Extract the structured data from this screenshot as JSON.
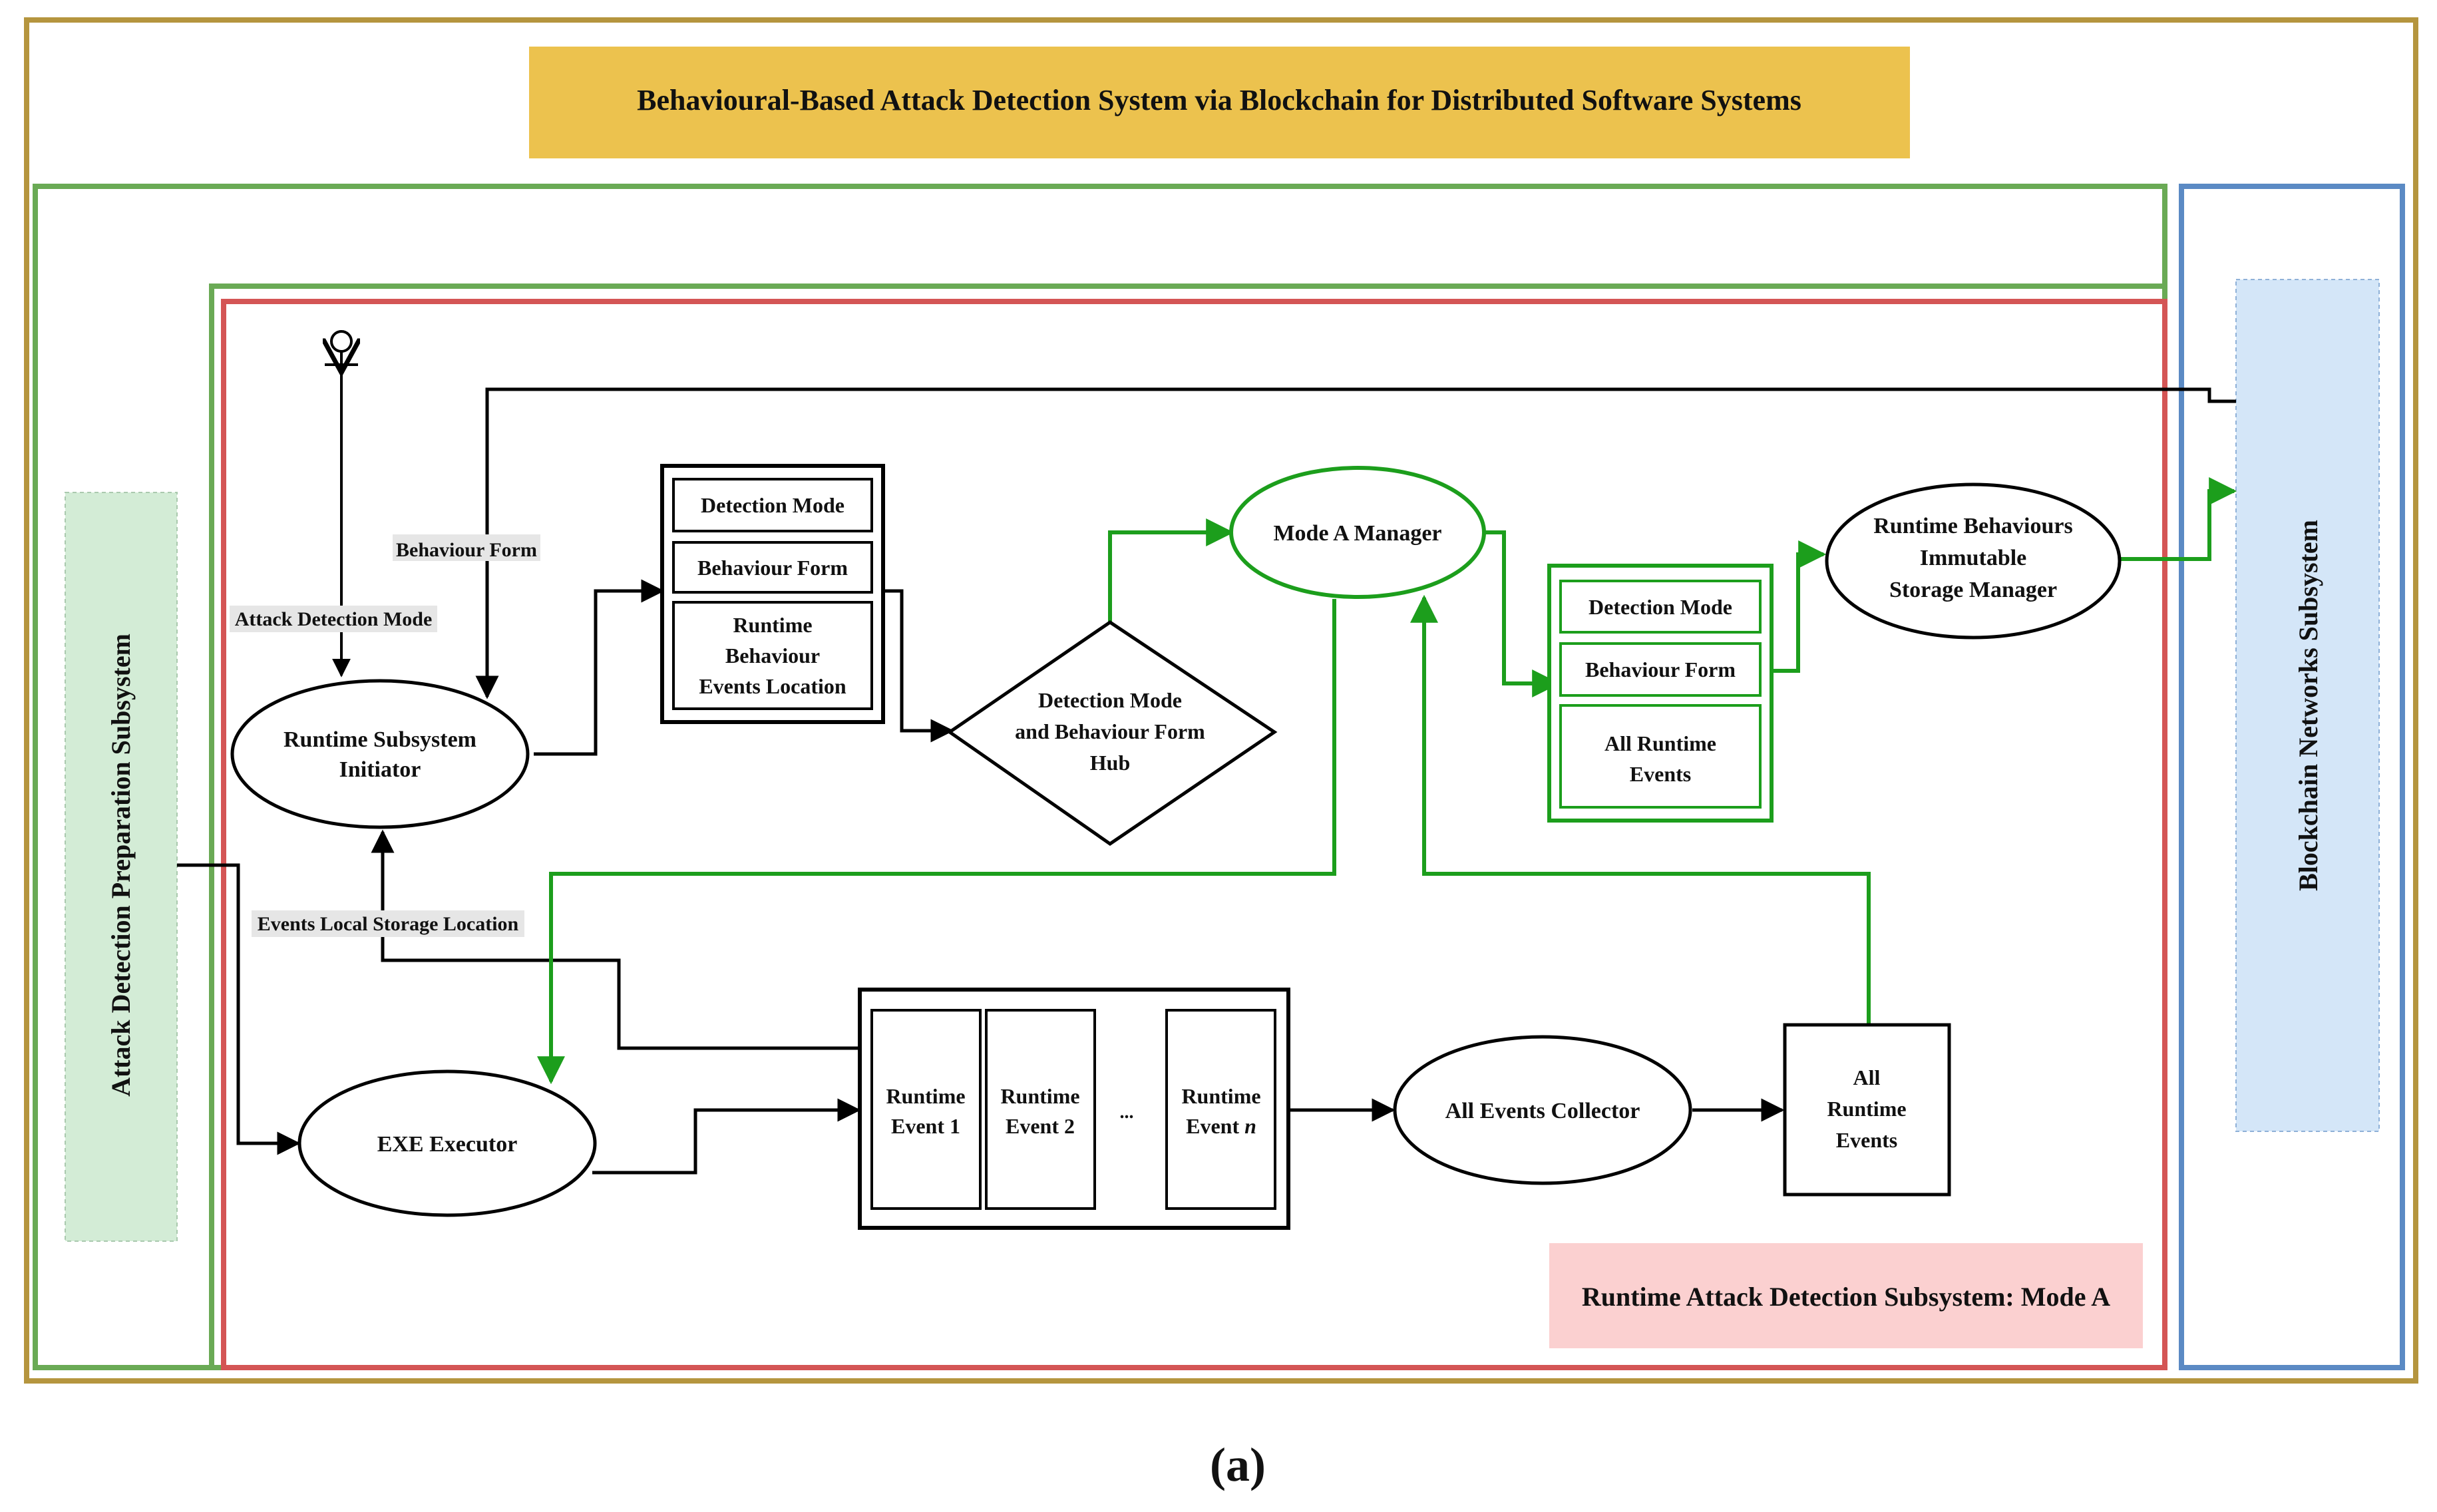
{
  "title": "Behavioural-Based Attack Detection System via Blockchain for Distributed Software Systems",
  "subsystems": {
    "preparation": "Attack Detection Preparation Subsystem",
    "blockchain": "Blockchain Networks Subsystem",
    "runtime": "Runtime Attack Detection Subsystem: Mode A"
  },
  "nodes": {
    "initiator": [
      "Runtime Subsystem",
      "Initiator"
    ],
    "exe_executor": "EXE Executor",
    "mode_a_manager": "Mode A Manager",
    "storage_manager": [
      "Runtime Behaviours",
      "Immutable",
      "Storage Manager"
    ],
    "hub": [
      "Detection Mode",
      "and Behaviour Form",
      "Hub"
    ],
    "all_events_collector": "All Events Collector",
    "all_runtime_events_box": [
      "All",
      "Runtime",
      "Events"
    ]
  },
  "stack_left": {
    "detection_mode": "Detection Mode",
    "behaviour_form": "Behaviour Form",
    "location": [
      "Runtime",
      "Behaviour",
      "Events Location"
    ]
  },
  "stack_right": {
    "detection_mode": "Detection Mode",
    "behaviour_form": "Behaviour Form",
    "events": [
      "All Runtime",
      "Events"
    ]
  },
  "events": {
    "event1": [
      "Runtime",
      "Event 1"
    ],
    "event2": [
      "Runtime",
      "Event 2"
    ],
    "ellipsis": "...",
    "eventn_line1": "Runtime",
    "eventn_line2": "Event ",
    "eventn_italic": "n"
  },
  "edge_labels": {
    "behaviour_form": "Behaviour Form",
    "attack_detection_mode": "Attack Detection Mode",
    "events_local_storage": "Events Local Storage Location"
  },
  "caption": "(a)",
  "colors": {
    "outer_border": "#b5953e",
    "title_fill": "#ecc24e",
    "green": "#6aaa55",
    "red": "#d45555",
    "blue": "#5b8ac4",
    "prep_fill": "#d3ecd6",
    "chain_fill": "#d4e6f8",
    "runtime_label_fill": "#fbd0d0",
    "flow_green": "#1c9e1c",
    "label_bg": "#e6e6e6"
  }
}
